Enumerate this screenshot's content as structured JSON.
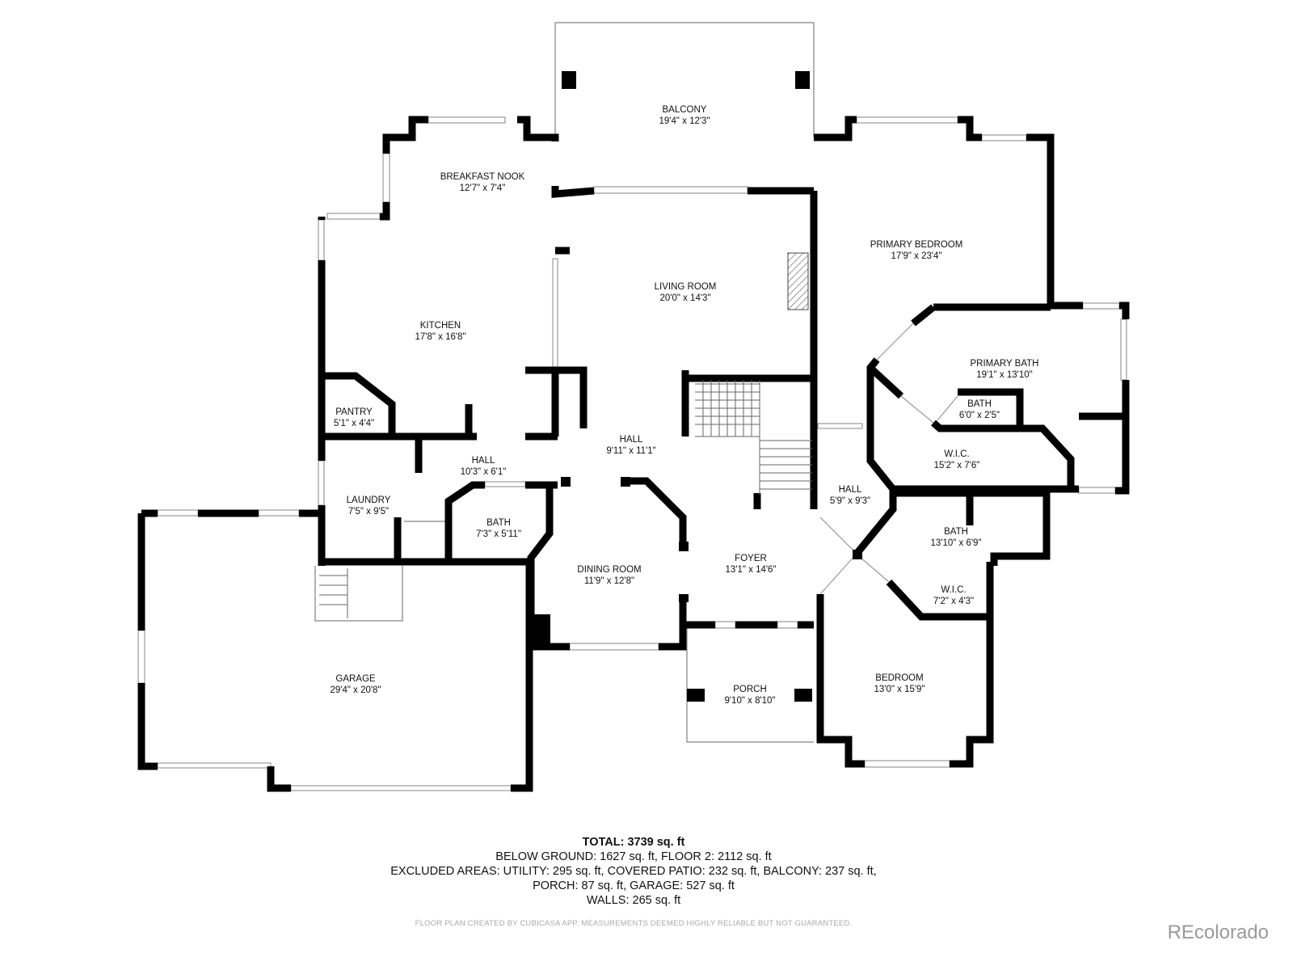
{
  "rooms": {
    "balcony": {
      "name": "BALCONY",
      "dims": "19'4\" x 12'3\""
    },
    "breakfast_nook": {
      "name": "BREAKFAST NOOK",
      "dims": "12'7\" x 7'4\""
    },
    "kitchen": {
      "name": "KITCHEN",
      "dims": "17'8\" x 16'8\""
    },
    "living_room": {
      "name": "LIVING ROOM",
      "dims": "20'0\" x 14'3\""
    },
    "primary_bedroom": {
      "name": "PRIMARY BEDROOM",
      "dims": "17'9\" x 23'4\""
    },
    "primary_bath": {
      "name": "PRIMARY BATH",
      "dims": "19'1\" x 13'10\""
    },
    "bath_small": {
      "name": "BATH",
      "dims": "6'0\" x 2'5\""
    },
    "wic_primary": {
      "name": "W.I.C.",
      "dims": "15'2\" x 7'6\""
    },
    "pantry": {
      "name": "PANTRY",
      "dims": "5'1\" x 4'4\""
    },
    "hall_center": {
      "name": "HALL",
      "dims": "9'11\" x 11'1\""
    },
    "hall_laundry": {
      "name": "HALL",
      "dims": "10'3\" x 6'1\""
    },
    "laundry": {
      "name": "LAUNDRY",
      "dims": "7'5\" x 9'5\""
    },
    "bath_hall": {
      "name": "BATH",
      "dims": "7'3\" x 5'11\""
    },
    "hall_right": {
      "name": "HALL",
      "dims": "5'9\" x 9'3\""
    },
    "bath_bedroom": {
      "name": "BATH",
      "dims": "13'10\" x 6'9\""
    },
    "dining_room": {
      "name": "DINING ROOM",
      "dims": "11'9\" x 12'8\""
    },
    "foyer": {
      "name": "FOYER",
      "dims": "13'1\" x 14'6\""
    },
    "wic_bedroom": {
      "name": "W.I.C.",
      "dims": "7'2\" x 4'3\""
    },
    "bedroom": {
      "name": "BEDROOM",
      "dims": "13'0\" x 15'9\""
    },
    "porch": {
      "name": "PORCH",
      "dims": "9'10\" x 8'10\""
    },
    "garage": {
      "name": "GARAGE",
      "dims": "29'4\" x 20'8\""
    }
  },
  "summary": {
    "total": "TOTAL: 3739 sq. ft",
    "line1": "BELOW GROUND: 1627 sq. ft, FLOOR 2: 2112 sq. ft",
    "line2": "EXCLUDED AREAS: UTILITY: 295 sq. ft, COVERED PATIO: 232 sq. ft, BALCONY: 237 sq. ft,",
    "line3": "PORCH: 87 sq. ft, GARAGE: 527 sq. ft",
    "line4": "WALLS: 265 sq. ft"
  },
  "disclaimer": "FLOOR PLAN CREATED BY CUBICASA APP. MEASUREMENTS DEEMED HIGHLY RELIABLE BUT NOT GUARANTEED.",
  "watermark": "REcolorado"
}
